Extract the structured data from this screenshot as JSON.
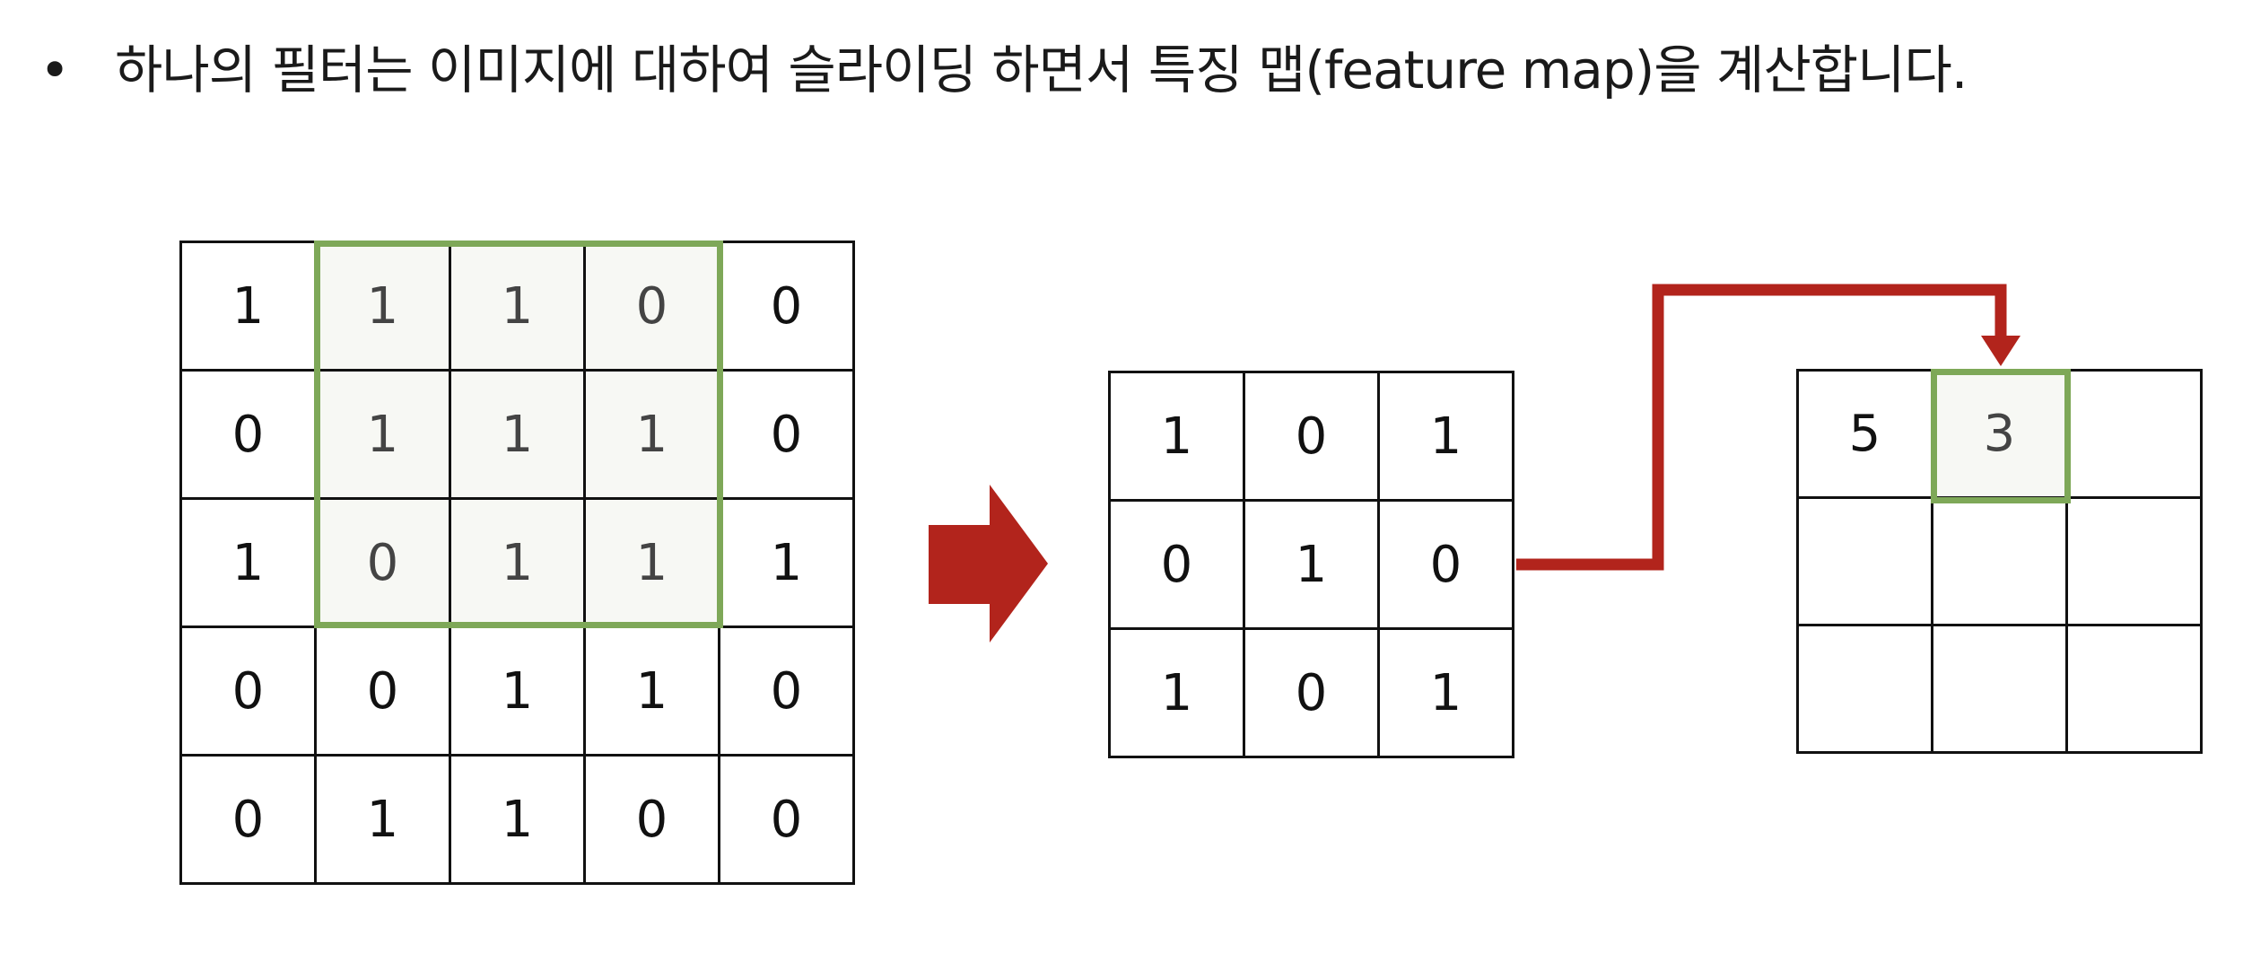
{
  "heading": {
    "bullet": "•",
    "text": "하나의 필터는 이미지에 대하여 슬라이딩 하면서 특징 맵(feature map)을 계산합니다."
  },
  "image_grid": [
    [
      "1",
      "1",
      "1",
      "0",
      "0"
    ],
    [
      "0",
      "1",
      "1",
      "1",
      "0"
    ],
    [
      "1",
      "0",
      "1",
      "1",
      "1"
    ],
    [
      "0",
      "0",
      "1",
      "1",
      "0"
    ],
    [
      "0",
      "1",
      "1",
      "0",
      "0"
    ]
  ],
  "filter_grid": [
    [
      "1",
      "0",
      "1"
    ],
    [
      "0",
      "1",
      "0"
    ],
    [
      "1",
      "0",
      "1"
    ]
  ],
  "feature_map": [
    [
      "5",
      "3",
      ""
    ],
    [
      "",
      "",
      ""
    ],
    [
      "",
      "",
      ""
    ]
  ],
  "colors": {
    "highlight": "#7ea858",
    "arrow": "#b2241c",
    "window_fill": "#f7f8f4"
  },
  "icons": {
    "big_arrow": "right-arrow-icon",
    "connector": "elbow-connector-arrow"
  }
}
